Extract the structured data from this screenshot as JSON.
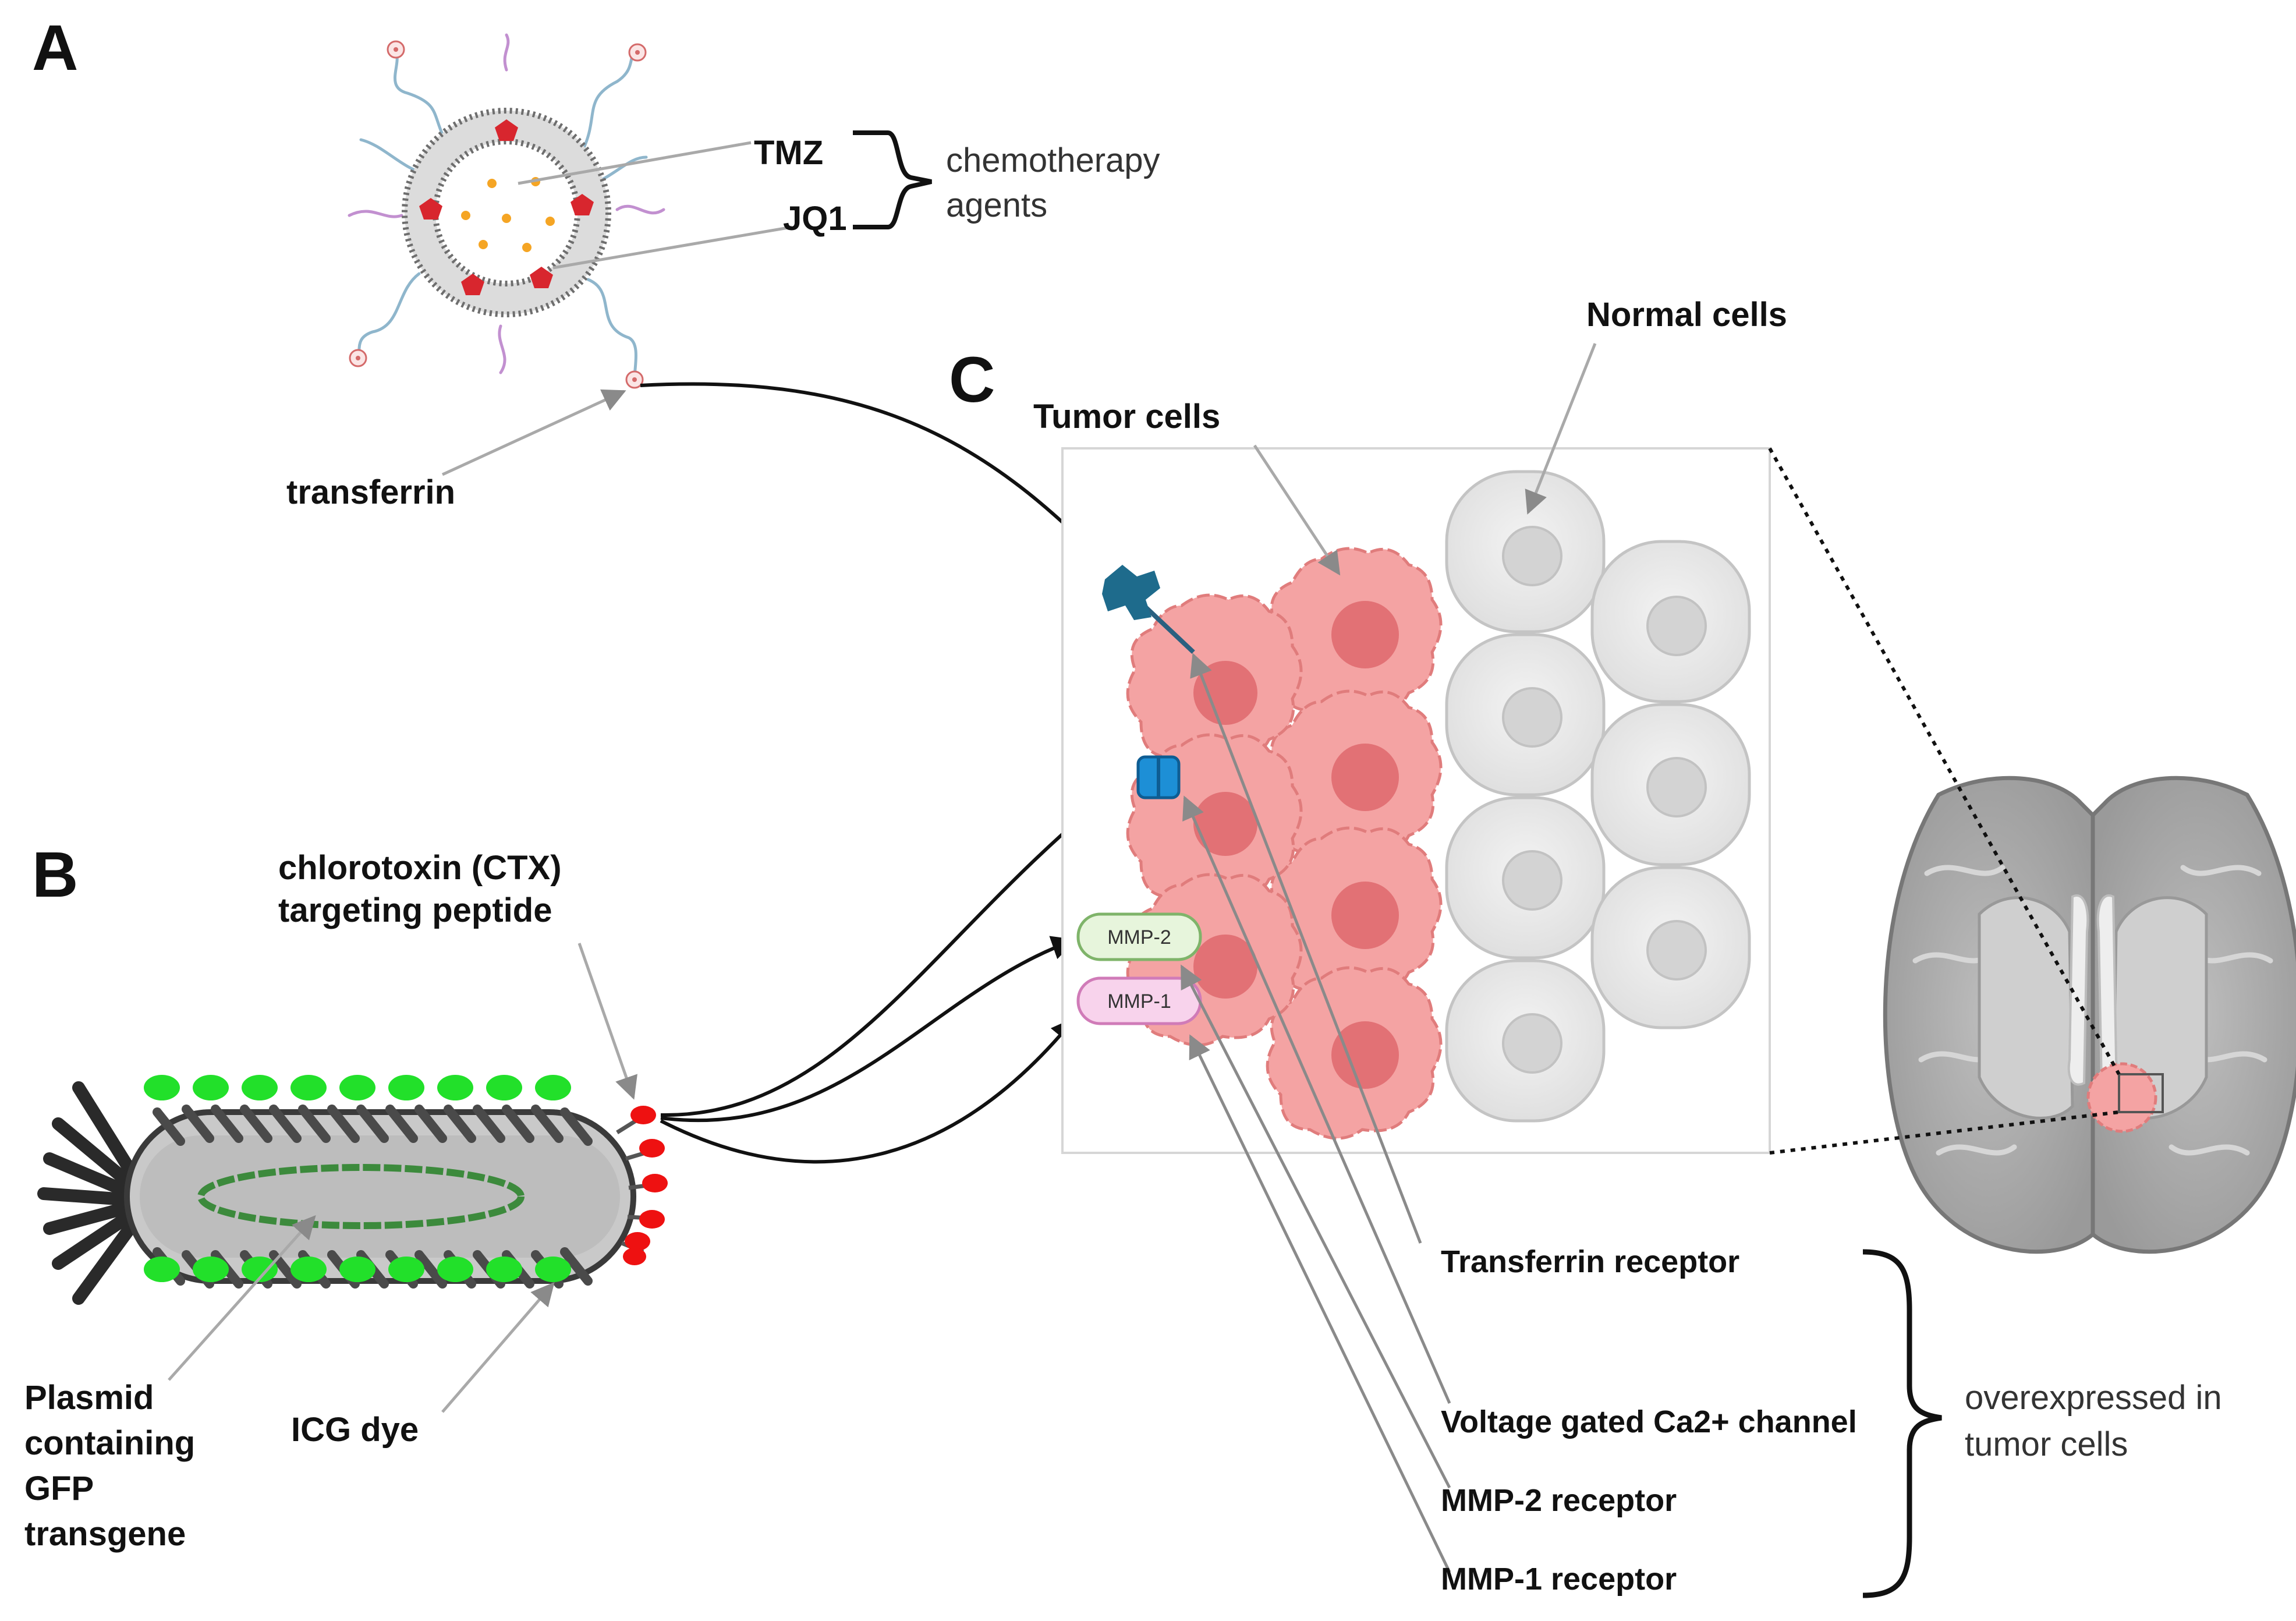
{
  "panels": {
    "a": "A",
    "b": "B",
    "c": "C"
  },
  "panel_a": {
    "tmz": "TMZ",
    "jq1": "JQ1",
    "group_line1": "chemotherapy",
    "group_line2": "agents",
    "transferrin": "transferrin"
  },
  "panel_b": {
    "ctx_line1": "chlorotoxin (CTX)",
    "ctx_line2": "targeting peptide",
    "plasmid_line1": "Plasmid",
    "plasmid_line2": "containing",
    "plasmid_line3": "GFP",
    "plasmid_line4": "transgene",
    "icg": "ICG dye"
  },
  "panel_c": {
    "tumor_cells": "Tumor cells",
    "normal_cells": "Normal cells",
    "mmp2_box": "MMP-2",
    "mmp1_box": "MMP-1",
    "receptors": [
      "Transferrin receptor",
      "Voltage gated Ca2+ channel",
      "MMP-2 receptor",
      "MMP-1 receptor"
    ],
    "group_line1": "overexpressed in",
    "group_line2": "tumor cells"
  },
  "colors": {
    "tumor": "#f4a3a3",
    "tumor_nucleus": "#e06c70",
    "normal": "#e6e6e6",
    "icg": "#22e02a",
    "ctx": "#ee1111",
    "drug_red": "#d8262e",
    "drug_orange": "#f5a524"
  }
}
